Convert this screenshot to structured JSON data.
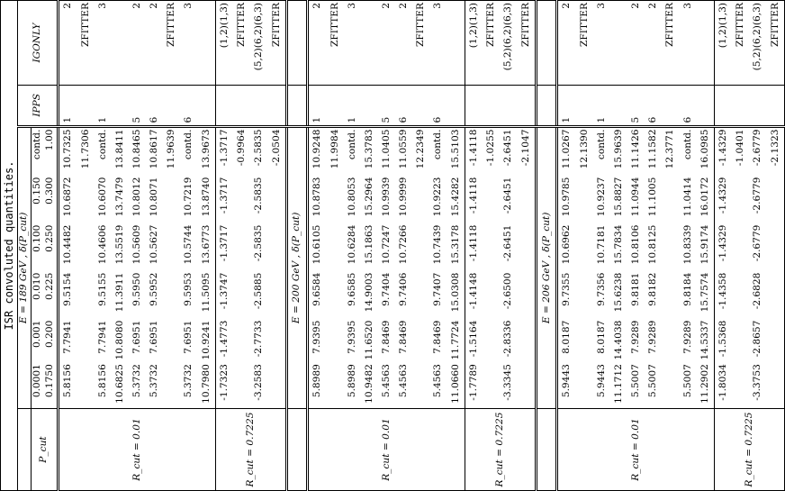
{
  "caption": "ISR convoluted quantities.",
  "header": {
    "pcut_label": "P_cut",
    "col_ipps": "IPPS",
    "col_igonly": "IGONLY",
    "pcut_values": [
      "0.0001",
      "0.001",
      "0.010",
      "0.100",
      "0.150",
      "contd."
    ],
    "pcut_values_2": [
      "0.1750",
      "0.200",
      "0.225",
      "0.250",
      "0.300",
      "1.00"
    ]
  },
  "energy_labels": {
    "e189": "E = 189 GeV , δ(P_cut)",
    "e200": "E = 200 GeV , δ(P_cut)",
    "e206": "E = 206 GeV , δ(P_cut)"
  },
  "blocks": [
    {
      "energy": "E = 189 GeV , δ(P_cut)",
      "r1_label": "R_cut = 0.01",
      "r1_rows": [
        {
          "v": [
            "5.8156",
            "7.7941",
            "9.5154",
            "10.4482",
            "10.6872",
            "10.7325"
          ],
          "ipps": "1",
          "igonly": "2"
        },
        {
          "v": [
            "",
            "",
            "",
            "",
            "",
            "11.7306"
          ],
          "ipps": "",
          "igonly": "ZFITTER"
        },
        {
          "v": [
            "5.8156",
            "7.7941",
            "9.5155",
            "10.4606",
            "10.6070",
            "contd."
          ],
          "ipps": "1",
          "igonly": "3"
        },
        {
          "v": [
            "10.6825",
            "10.8080",
            "11.3911",
            "13.5519",
            "13.7479",
            "13.8411"
          ],
          "ipps": "",
          "igonly": ""
        },
        {
          "v": [
            "5.3732",
            "7.6951",
            "9.5950",
            "10.5609",
            "10.8012",
            "10.8465"
          ],
          "ipps": "5",
          "igonly": "2"
        },
        {
          "v": [
            "5.3732",
            "7.6951",
            "9.5952",
            "10.5627",
            "10.8071",
            "10.8617"
          ],
          "ipps": "6",
          "igonly": "2"
        },
        {
          "v": [
            "",
            "",
            "",
            "",
            "",
            "11.9639"
          ],
          "ipps": "",
          "igonly": "ZFITTER"
        },
        {
          "v": [
            "5.3732",
            "7.6951",
            "9.5953",
            "10.5744",
            "10.7219",
            "contd."
          ],
          "ipps": "6",
          "igonly": "3"
        },
        {
          "v": [
            "10.7980",
            "10.9241",
            "11.5095",
            "13.6773",
            "13.8740",
            "13.9673"
          ],
          "ipps": "",
          "igonly": ""
        }
      ],
      "r2_label": "R_cut = 0.7225",
      "r2_rows": [
        {
          "v": [
            "-1.7323",
            "-1.4773",
            "-1.3747",
            "-1.3717",
            "-1.3717",
            "-1.3717"
          ],
          "igonly": "(1,2)(1,3)"
        },
        {
          "v": [
            "",
            "",
            "",
            "",
            "",
            "-0.9964"
          ],
          "igonly": "ZFITTER"
        },
        {
          "v": [
            "-3.2583",
            "-2.7733",
            "-2.5885",
            "-2.5835",
            "-2.5835",
            "-2.5835"
          ],
          "igonly": "(5,2)(6,2)(6,3)"
        },
        {
          "v": [
            "",
            "",
            "",
            "",
            "",
            "-2.0504"
          ],
          "igonly": "ZFITTER"
        }
      ]
    },
    {
      "energy": "E = 200 GeV , δ(P_cut)",
      "r1_label": "R_cut = 0.01",
      "r1_rows": [
        {
          "v": [
            "5.8989",
            "7.9395",
            "9.6584",
            "10.6105",
            "10.8783",
            "10.9248"
          ],
          "ipps": "1",
          "igonly": "2"
        },
        {
          "v": [
            "",
            "",
            "",
            "",
            "",
            "11.9984"
          ],
          "ipps": "",
          "igonly": "ZFITTER"
        },
        {
          "v": [
            "5.8989",
            "7.9395",
            "9.6585",
            "10.6284",
            "10.8053",
            "contd."
          ],
          "ipps": "1",
          "igonly": "3"
        },
        {
          "v": [
            "10.9482",
            "11.6520",
            "14.9003",
            "15.1863",
            "15.2964",
            "15.3783"
          ],
          "ipps": "",
          "igonly": ""
        },
        {
          "v": [
            "5.4563",
            "7.8469",
            "9.7404",
            "10.7247",
            "10.9939",
            "11.0405"
          ],
          "ipps": "5",
          "igonly": "2"
        },
        {
          "v": [
            "5.4563",
            "7.8469",
            "9.7406",
            "10.7266",
            "10.9999",
            "11.0559"
          ],
          "ipps": "6",
          "igonly": "2"
        },
        {
          "v": [
            "",
            "",
            "",
            "",
            "",
            "12.2349"
          ],
          "ipps": "",
          "igonly": "ZFITTER"
        },
        {
          "v": [
            "5.4563",
            "7.8469",
            "9.7407",
            "10.7439",
            "10.9223",
            "contd."
          ],
          "ipps": "6",
          "igonly": "3"
        },
        {
          "v": [
            "11.0660",
            "11.7724",
            "15.0308",
            "15.3178",
            "15.4282",
            "15.5103"
          ],
          "ipps": "",
          "igonly": ""
        }
      ],
      "r2_label": "R_cut = 0.7225",
      "r2_rows": [
        {
          "v": [
            "-1.7789",
            "-1.5164",
            "-1.4148",
            "-1.4118",
            "-1.4118",
            "-1.4118"
          ],
          "igonly": "(1,2)(1,3)"
        },
        {
          "v": [
            "",
            "",
            "",
            "",
            "",
            "-1.0255"
          ],
          "igonly": "ZFITTER"
        },
        {
          "v": [
            "-3.3345",
            "-2.8336",
            "-2.6500",
            "-2.6451",
            "-2.6451",
            "-2.6451"
          ],
          "igonly": "(5,2)(6,2)(6,3)"
        },
        {
          "v": [
            "",
            "",
            "",
            "",
            "",
            "-2.1047"
          ],
          "igonly": "ZFITTER"
        }
      ]
    },
    {
      "energy": "E = 206 GeV , δ(P_cut)",
      "r1_label": "R_cut = 0.01",
      "r1_rows": [
        {
          "v": [
            "5.9443",
            "8.0187",
            "9.7355",
            "10.6962",
            "10.9785",
            "11.0267"
          ],
          "ipps": "1",
          "igonly": "2"
        },
        {
          "v": [
            "",
            "",
            "",
            "",
            "",
            "12.1390"
          ],
          "ipps": "",
          "igonly": "ZFITTER"
        },
        {
          "v": [
            "5.9443",
            "8.0187",
            "9.7356",
            "10.7181",
            "10.9237",
            "contd."
          ],
          "ipps": "1",
          "igonly": "3"
        },
        {
          "v": [
            "11.1712",
            "14.4038",
            "15.6238",
            "15.7834",
            "15.8827",
            "15.9639"
          ],
          "ipps": "",
          "igonly": ""
        },
        {
          "v": [
            "5.5007",
            "7.9289",
            "9.8181",
            "10.8106",
            "11.0944",
            "11.1426"
          ],
          "ipps": "5",
          "igonly": "2"
        },
        {
          "v": [
            "5.5007",
            "7.9289",
            "9.8182",
            "10.8125",
            "11.1005",
            "11.1582"
          ],
          "ipps": "6",
          "igonly": "2"
        },
        {
          "v": [
            "",
            "",
            "",
            "",
            "",
            "12.3771"
          ],
          "ipps": "",
          "igonly": "ZFITTER"
        },
        {
          "v": [
            "5.5007",
            "7.9289",
            "9.8184",
            "10.8339",
            "11.0414",
            "contd."
          ],
          "ipps": "6",
          "igonly": "3"
        },
        {
          "v": [
            "11.2902",
            "14.5337",
            "15.7574",
            "15.9174",
            "16.0172",
            "16.0985"
          ],
          "ipps": "",
          "igonly": ""
        }
      ],
      "r2_label": "R_cut = 0.7225",
      "r2_rows": [
        {
          "v": [
            "-1.8034",
            "-1.5368",
            "-1.4358",
            "-1.4329",
            "-1.4329",
            "-1.4329"
          ],
          "igonly": "(1,2)(1,3)"
        },
        {
          "v": [
            "",
            "",
            "",
            "",
            "",
            "-1.0401"
          ],
          "igonly": "ZFITTER"
        },
        {
          "v": [
            "-3.3753",
            "-2.8657",
            "-2.6828",
            "-2.6779",
            "-2.6779",
            "-2.6779"
          ],
          "igonly": "(5,2)(6,2)(6,3)"
        },
        {
          "v": [
            "",
            "",
            "",
            "",
            "",
            "-2.1323"
          ],
          "igonly": "ZFITTER"
        }
      ]
    }
  ]
}
